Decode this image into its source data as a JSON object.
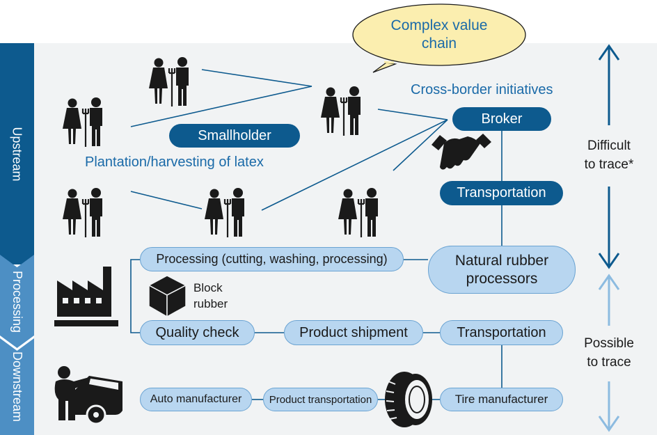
{
  "speech_bubble": {
    "text": "Complex value\nchain"
  },
  "stages": {
    "upstream": "Upstream",
    "processing": "Processing",
    "downstream": "Downstream"
  },
  "labels": {
    "smallholder": "Smallholder",
    "plantation": "Plantation/harvesting of latex",
    "cross_border": "Cross-border initiatives",
    "broker": "Broker",
    "transportation_up": "Transportation",
    "processing_step": "Processing (cutting, washing, processing)",
    "natural_rubber": "Natural rubber\nprocessors",
    "block_rubber": "Block\nrubber",
    "quality_check": "Quality check",
    "product_shipment": "Product shipment",
    "transportation_mid": "Transportation",
    "auto_manufacturer": "Auto manufacturer",
    "product_transportation": "Product transportation",
    "tire_manufacturer": "Tire manufacturer"
  },
  "traceability": {
    "difficult": "Difficult\nto trace*",
    "possible": "Possible\nto trace"
  },
  "colors": {
    "dark_blue": "#0d5a8e",
    "mid_blue": "#4d8fc4",
    "light_blue": "#b8d6f0",
    "bubble": "#fbeeaf",
    "background": "#f1f3f4"
  },
  "icons": [
    "farmer-couple-icon",
    "handshake-icon",
    "factory-icon",
    "box-icon",
    "mechanic-car-icon",
    "tire-icon"
  ]
}
